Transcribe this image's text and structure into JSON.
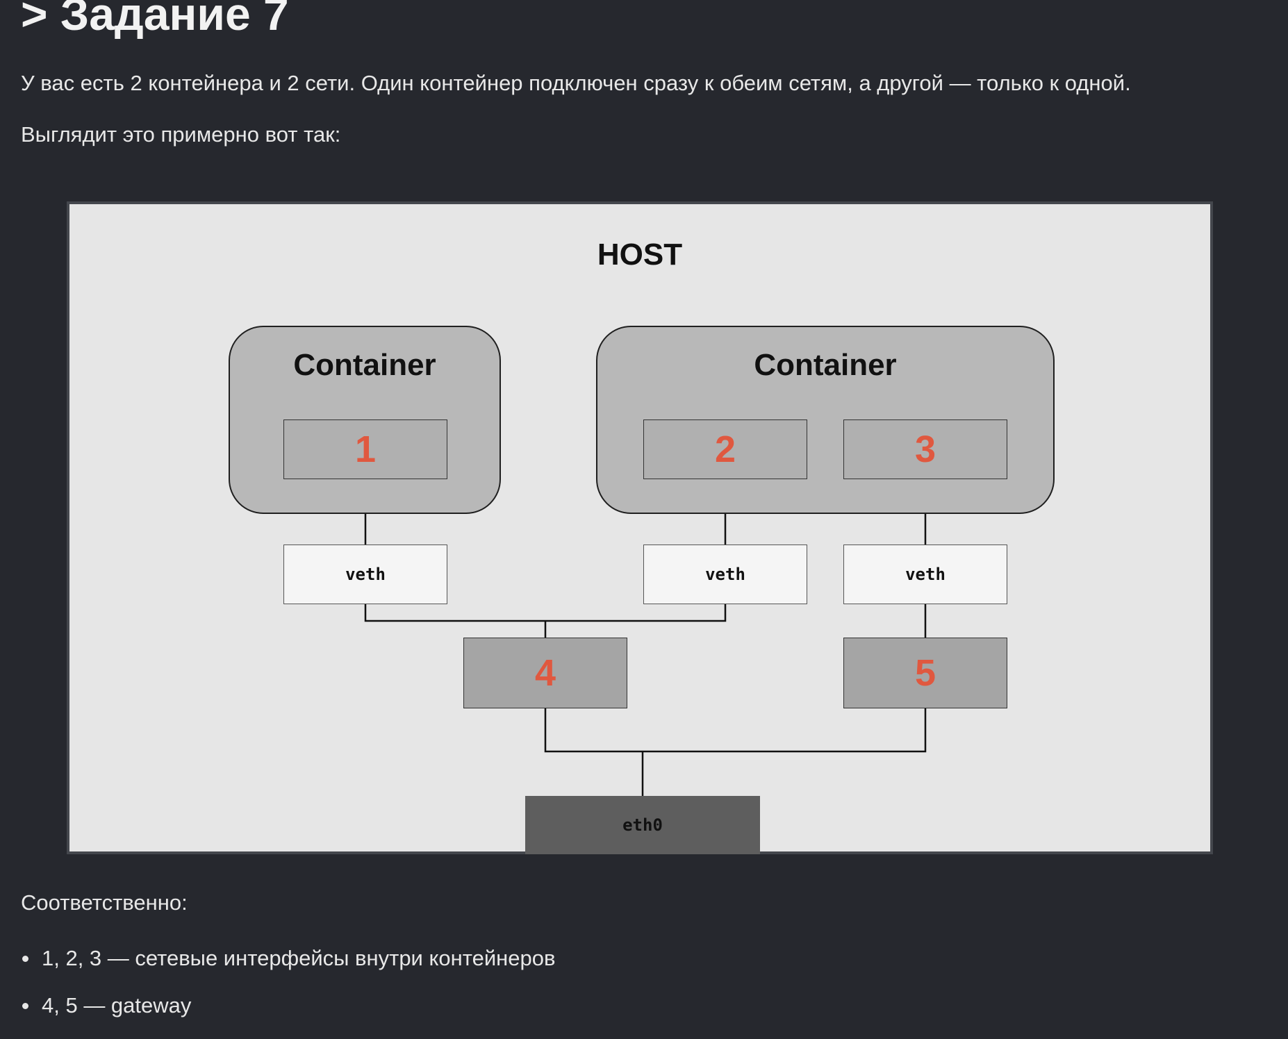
{
  "heading": "> Задание 7",
  "intro": "У вас есть 2 контейнера и 2 сети. Один контейнер подключен сразу к обеим сетям, а другой — только к одной.",
  "lead": "Выглядит это примерно вот так:",
  "diagram": {
    "host_label": "HOST",
    "container_left_label": "Container",
    "container_right_label": "Container",
    "iface_1": "1",
    "iface_2": "2",
    "iface_3": "3",
    "veth_1": "veth",
    "veth_2": "veth",
    "veth_3": "veth",
    "gateway_4": "4",
    "gateway_5": "5",
    "eth0": "eth0",
    "colors": {
      "background": "#e6e6e6",
      "container": "#b8b8b8",
      "label_accent": "#e0583f",
      "eth0": "#5e5e5e"
    }
  },
  "after": "Соответственно:",
  "bullets": [
    "1, 2, 3 — сетевые интерфейсы внутри контейнеров",
    "4, 5 — gateway"
  ]
}
